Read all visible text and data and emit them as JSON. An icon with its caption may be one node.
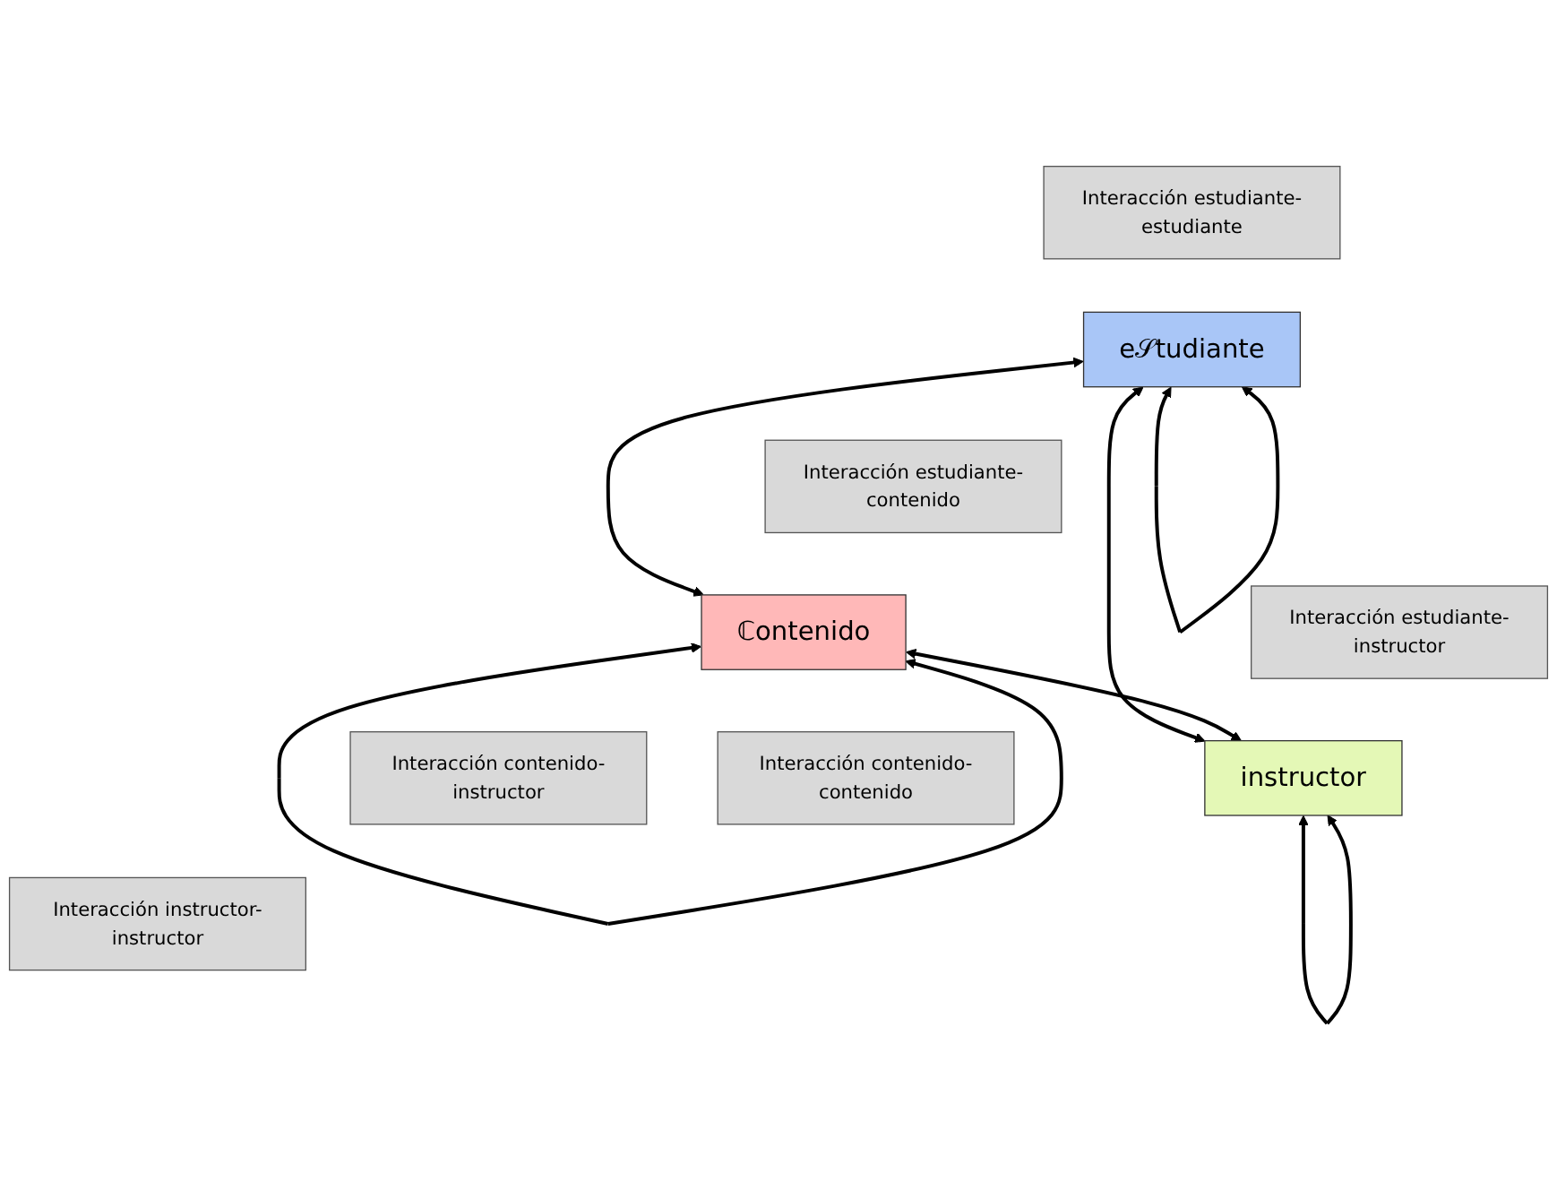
{
  "diagram": {
    "nodes": [
      {
        "text": [
          "Interacción estudiante-estudiante"
        ]
      },
      {
        "text": [
          "e𝒮tudiante"
        ]
      },
      {
        "text": [
          "Interacción estudiante-contenido"
        ]
      },
      {
        "text": [
          "Interacción estudiante-instructor"
        ]
      },
      {
        "text": [
          "ℂontenido"
        ]
      },
      {
        "text": [
          "instructor"
        ]
      },
      {
        "text": [
          "Interacción contenido-instructor"
        ]
      },
      {
        "text": [
          "Interacción contenido-contenido"
        ]
      },
      {
        "text": [
          "Interacción instructor-instructor"
        ]
      }
    ],
    "edges": [
      {
        "from": 1,
        "to": 1,
        "arrow": "both"
      },
      {
        "from": 1,
        "to": 4,
        "arrow": "both"
      },
      {
        "from": 1,
        "to": 5,
        "arrow": "both"
      },
      {
        "from": 4,
        "to": 5,
        "arrow": "both"
      },
      {
        "from": 4,
        "to": 4,
        "arrow": "both"
      },
      {
        "from": 5,
        "to": 5,
        "arrow": "both"
      }
    ]
  }
}
